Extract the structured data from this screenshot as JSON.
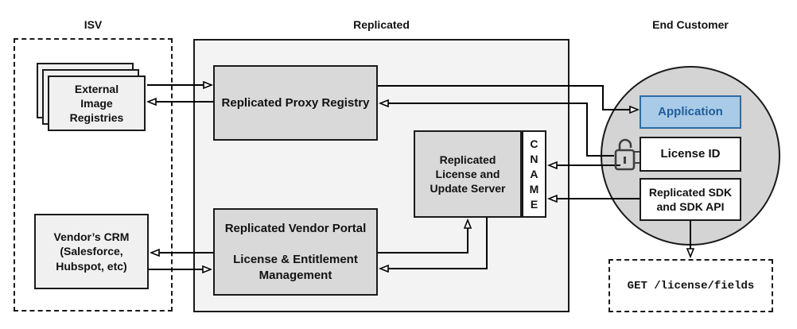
{
  "diagram": {
    "sections": {
      "isv": {
        "label": "ISV"
      },
      "replicated": {
        "label": "Replicated"
      },
      "end_customer": {
        "label": "End Customer"
      }
    },
    "nodes": {
      "external_registries": {
        "label": "External\nImage\nRegistries"
      },
      "vendors_crm": {
        "label": "Vendor’s CRM\n(Salesforce,\nHubspot, etc)"
      },
      "proxy_registry": {
        "label": "Replicated Proxy Registry"
      },
      "license_update_server": {
        "label": "Replicated\nLicense and\nUpdate Server"
      },
      "cname": {
        "label": "C\nN\nA\nM\nE"
      },
      "vendor_portal": {
        "label": "Replicated Vendor Portal\n\nLicense & Entitlement\nManagement"
      },
      "application": {
        "label": "Application"
      },
      "license_id": {
        "label": "License ID"
      },
      "replicated_sdk": {
        "label": "Replicated SDK\nand SDK API"
      },
      "get_license_fields": {
        "label": "GET /license/fields"
      }
    },
    "icons": {
      "unlocked_padlock": "open padlock beside License ID"
    },
    "colors": {
      "application_fill": "#a9cbe8",
      "application_border": "#2e6ca4",
      "application_text": "#215e99",
      "inner_box_gray": "#d9d9d9",
      "replicated_panel": "#f3f3f3",
      "customer_circle": "#d4d4d4",
      "isv_box_fill": "#f0f0f0",
      "line": "#000000",
      "lock_icon": "#3f3f3f"
    },
    "edges": [
      {
        "from": "external_registries",
        "to": "proxy_registry"
      },
      {
        "from": "proxy_registry",
        "to": "external_registries"
      },
      {
        "from": "proxy_registry",
        "to": "application"
      },
      {
        "from": "license_id",
        "to": "proxy_registry"
      },
      {
        "from": "license_id",
        "to": "cname"
      },
      {
        "from": "replicated_sdk",
        "to": "cname"
      },
      {
        "from": "vendor_portal",
        "to": "license_update_server"
      },
      {
        "from": "license_update_server",
        "to": "vendor_portal"
      },
      {
        "from": "vendor_portal",
        "to": "vendors_crm"
      },
      {
        "from": "vendors_crm",
        "to": "vendor_portal"
      },
      {
        "from": "replicated_sdk",
        "to": "get_license_fields"
      }
    ]
  }
}
